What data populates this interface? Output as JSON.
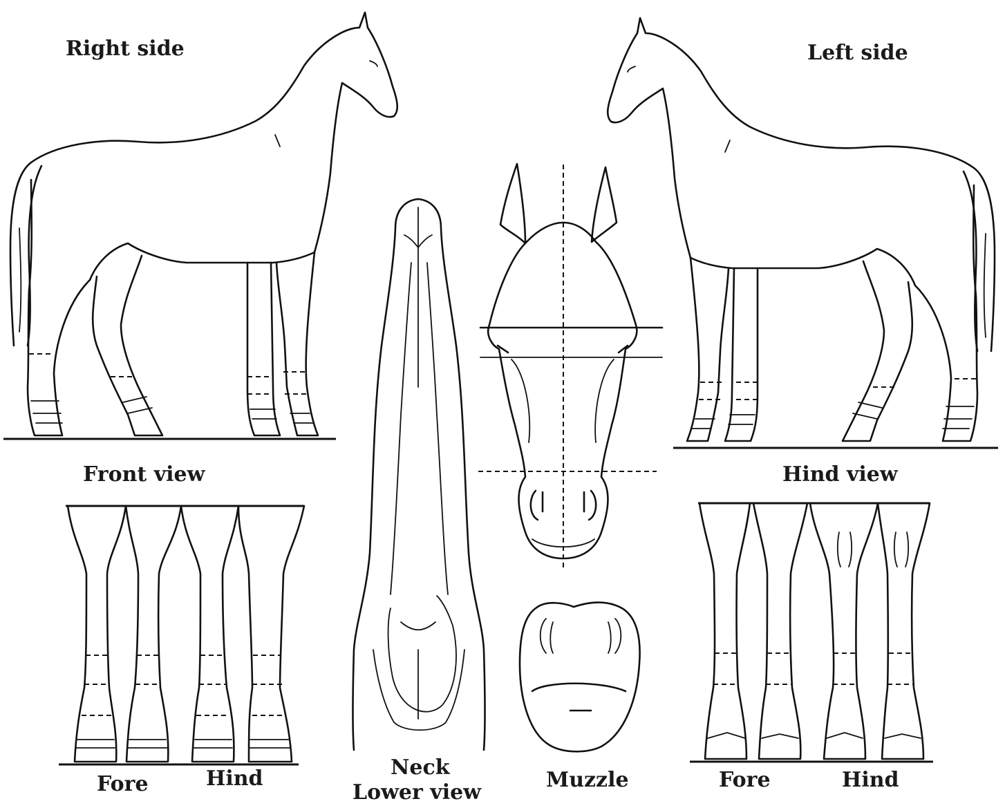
{
  "labels": {
    "right_side": "Right side",
    "left_side": "Left side",
    "front_view": "Front view",
    "hind_view": "Hind view",
    "front_fore": "Fore",
    "front_hind": "Hind",
    "neck_line1": "Neck",
    "neck_line2": "Lower view",
    "muzzle": "Muzzle",
    "hind_fore": "Fore",
    "hind_hind": "Hind"
  },
  "colors": {
    "line": "#111111",
    "background": "#ffffff"
  }
}
